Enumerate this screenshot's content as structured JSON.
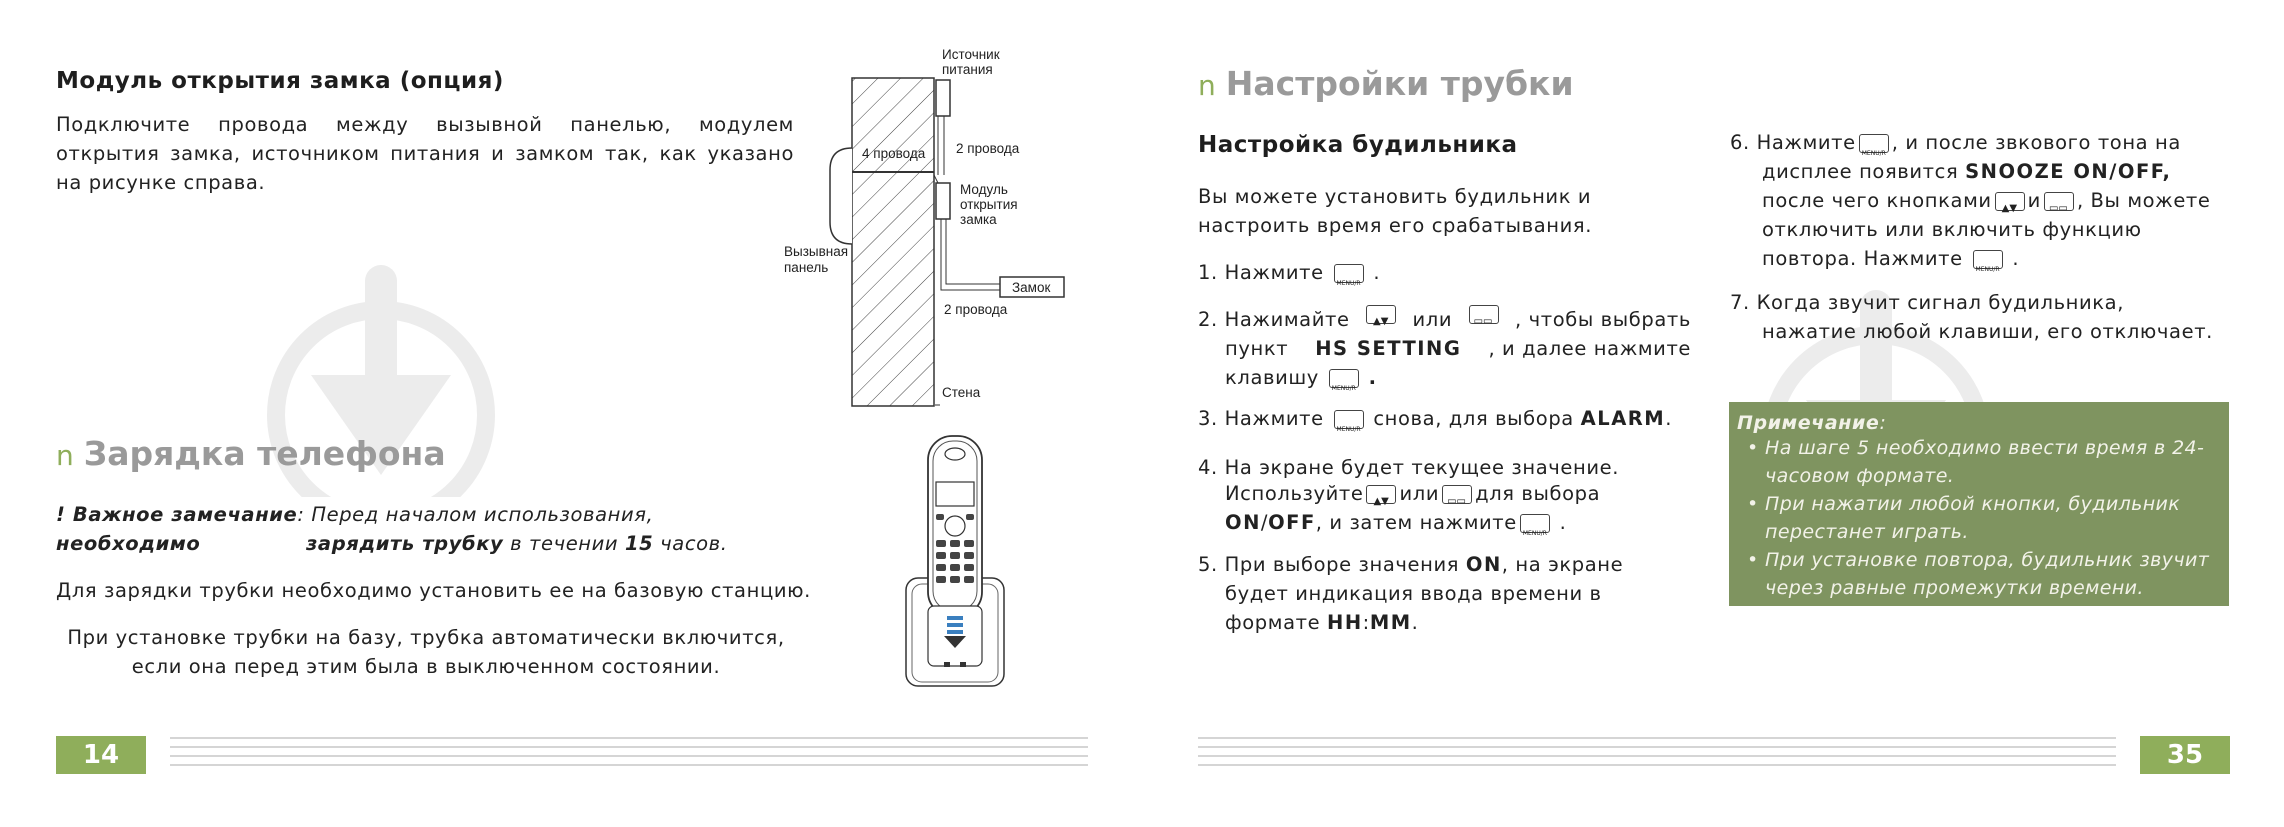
{
  "left_page": {
    "lock_module": {
      "title": "Модуль открытия замка (опция)",
      "text": "Подключите провода между вызывной панелью, модулем открытия замка, источником питания и замком так, как указано на рисунке справа."
    },
    "diagram": {
      "power_source": "Источник питания",
      "wires_4": "4 провода",
      "wires_2a": "2 провода",
      "module": "Модуль открытия замка",
      "call_panel": "Вызывная панель",
      "lock": "Замок",
      "wires_2b": "2 провода",
      "wall": "Стена"
    },
    "charging": {
      "bullet": "n",
      "title": "Зарядка телефона",
      "important_label": "! Важное замечание",
      "important_text_1": ": Перед началом использования, ",
      "important_bold_1": "необходимо",
      "important_bold_2": "зарядить трубку",
      "important_text_2": " в течении ",
      "important_bold_3": "15",
      "important_text_3": " часов.",
      "para1": "Для зарядки трубки необходимо установить ее на базовую станцию.",
      "para2_line1": "При установке трубки на базу, трубка автоматически включится,",
      "para2_line2": "если она перед этим была в выключенном состоянии."
    },
    "page_number": "14"
  },
  "right_page": {
    "section": {
      "bullet": "n",
      "title": "Настройки трубки"
    },
    "alarm": {
      "title": "Настройка будильника",
      "intro": "Вы можете установить будильник и настроить время его срабатывания.",
      "s1": "1. Нажмите",
      "s1_end": ".",
      "s2_a": "2. Нажимайте",
      "s2_or": "или",
      "s2_b": ", чтобы выбрать",
      "s2_c": "пункт",
      "s2_hs": "HS SETTING",
      "s2_d": ", и далее нажмите",
      "s2_e": "клавишу",
      "s2_end": ".",
      "s3_a": "3. Нажмите",
      "s3_b": "снова, для выбора",
      "s3_alarm": "ALARM",
      "s3_end": ".",
      "s4_a": "4. На экране будет текущее значение.",
      "s4_b": "Используйте",
      "s4_or": "или",
      "s4_c": "для выбора",
      "s4_on": "ON",
      "s4_slash": "/",
      "s4_off": "OFF",
      "s4_d": ", и затем нажмите",
      "s4_end": ".",
      "s5_a": "5. При выборе значения",
      "s5_on": "ON",
      "s5_b": ", на экране",
      "s5_c": "будет индикация ввода времени в",
      "s5_d": "формате",
      "s5_hh": "HH",
      "s5_colon": ":",
      "s5_mm": "MM",
      "s5_end": ".",
      "s6_a": "6. Нажмите",
      "s6_b": ", и после звкового тона на",
      "s6_c": "дисплее появится",
      "s6_snooze": "SNOOZE ON/OFF,",
      "s6_d": "после чего кнопками",
      "s6_and": "и",
      "s6_e": ", Вы можете",
      "s6_f": "отключить или включить функцию",
      "s6_g": "повтора. Нажмите",
      "s6_end": ".",
      "s7_a": "7. Когда звучит сигнал будильника,",
      "s7_b": "нажатие любой клавиши, его отключает."
    },
    "note": {
      "title": "Примечание",
      "title_colon": ":",
      "items": [
        "На шаге 5 необходимо ввести время в 24-часовом формате.",
        "При нажатии любой кнопки, будильник перестанет играть.",
        "При установке повтора, будильник звучит через равные промежутки времени."
      ]
    },
    "page_number": "35"
  },
  "colors": {
    "accent_green": "#8fae5b",
    "note_bg": "#7f9460",
    "section_gray": "#9a9a9a"
  }
}
